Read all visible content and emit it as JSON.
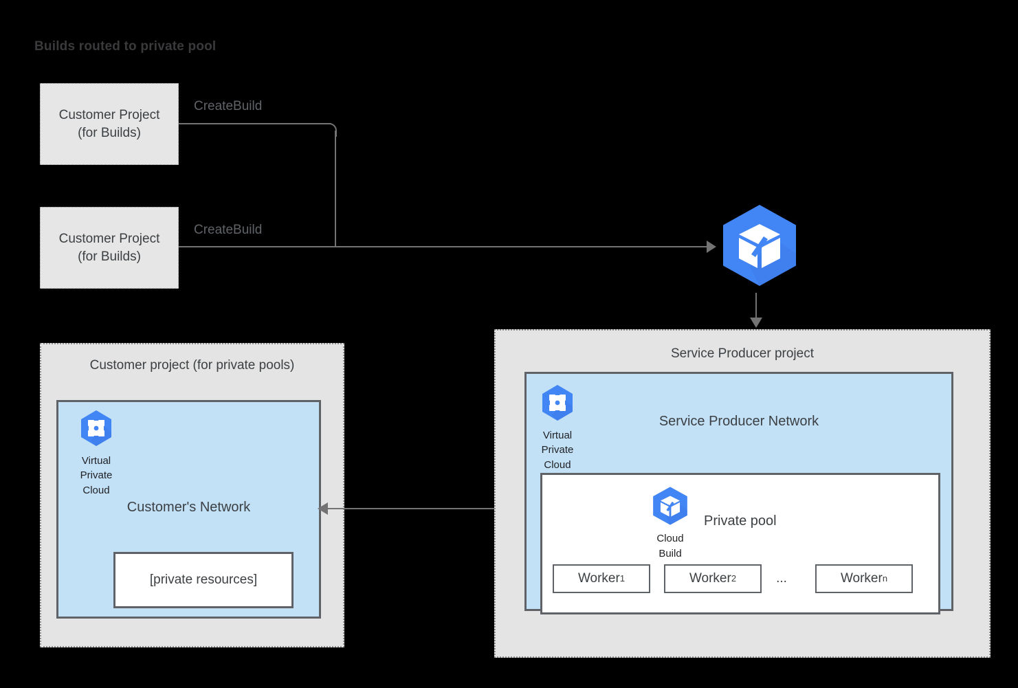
{
  "title": "Builds routed to private pool",
  "colors": {
    "google_blue": "#4285F4",
    "network_fill": "#C2E1F7",
    "panel_fill": "#E4E4E4",
    "border_gray": "#5F6368",
    "line_gray": "#737373",
    "background": "#000000"
  },
  "customer_build_projects": [
    {
      "label_line1": "Customer Project",
      "label_line2": "(for Builds)",
      "call": "CreateBuild"
    },
    {
      "label_line1": "Customer Project",
      "label_line2": "(for Builds)",
      "call": "CreateBuild"
    }
  ],
  "cloud_build_service": {
    "icon": "cloud-build-icon"
  },
  "customer_private_pools_project": {
    "title": "Customer project (for private pools)",
    "network": {
      "title": "Customer's Network",
      "vpc": {
        "icon": "virtual-private-cloud-icon",
        "caption_lines": [
          "Virtual",
          "Private",
          "Cloud"
        ]
      },
      "resources_box": "[private resources]"
    }
  },
  "service_producer_project": {
    "title": "Service Producer project",
    "network": {
      "title": "Service Producer Network",
      "vpc": {
        "icon": "virtual-private-cloud-icon",
        "caption_lines": [
          "Virtual",
          "Private",
          "Cloud"
        ]
      },
      "private_pool": {
        "title": "Private pool",
        "cloud_build": {
          "icon": "cloud-build-icon",
          "caption_lines": [
            "Cloud",
            "Build"
          ]
        },
        "workers": [
          {
            "name": "Worker",
            "subscript": "1"
          },
          {
            "name": "Worker",
            "subscript": "2"
          },
          {
            "name": "Worker",
            "subscript": "n"
          }
        ],
        "ellipsis": "..."
      }
    }
  },
  "connections": {
    "create_build_to_service": "CreateBuild",
    "service_to_producer": "",
    "network_peering": ""
  }
}
